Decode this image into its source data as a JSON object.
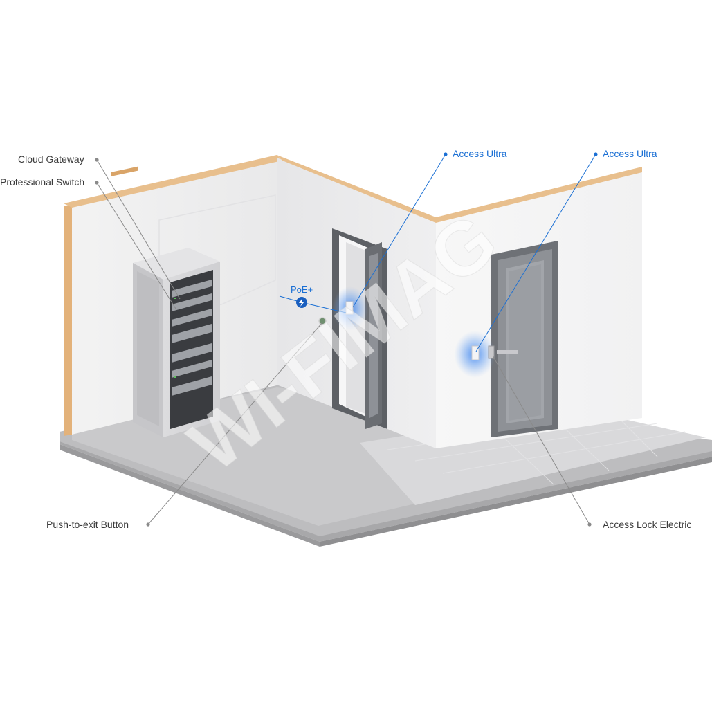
{
  "labels": {
    "cloud_gateway": "Cloud Gateway",
    "professional_switch": "Professional Switch",
    "access_ultra_1": "Access Ultra",
    "access_ultra_2": "Access Ultra",
    "push_to_exit": "Push-to-exit Button",
    "access_lock": "Access Lock Electric",
    "poe": "PoE+"
  },
  "watermark": "WI-FIMAG",
  "colors": {
    "accent_blue": "#1a6fd4",
    "leader_gray": "#7a7a7a",
    "wall_edge": "#e3b27a",
    "floor": "#c9c9c9",
    "wall": "#f2f2f2"
  },
  "icons": {
    "poe_badge": "lightning-bolt-icon"
  }
}
